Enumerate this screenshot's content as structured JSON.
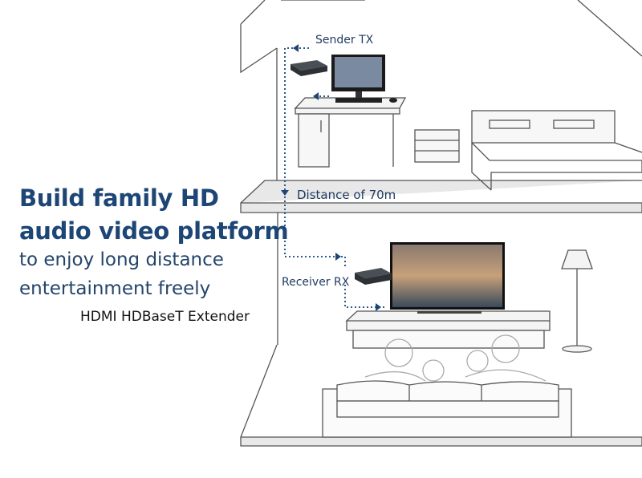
{
  "headline": {
    "line1": "Build family HD",
    "line2": "audio video platform"
  },
  "subline": {
    "line1": "to enjoy long distance",
    "line2": "entertainment freely"
  },
  "product_name": "HDMI HDBaseT Extender",
  "labels": {
    "sender": "Sender TX",
    "distance": "Distance of 70m",
    "receiver": "Receiver RX"
  },
  "colors": {
    "headline": "#1d4676",
    "signal_line": "#2b5a8c",
    "outline": "#555555"
  }
}
